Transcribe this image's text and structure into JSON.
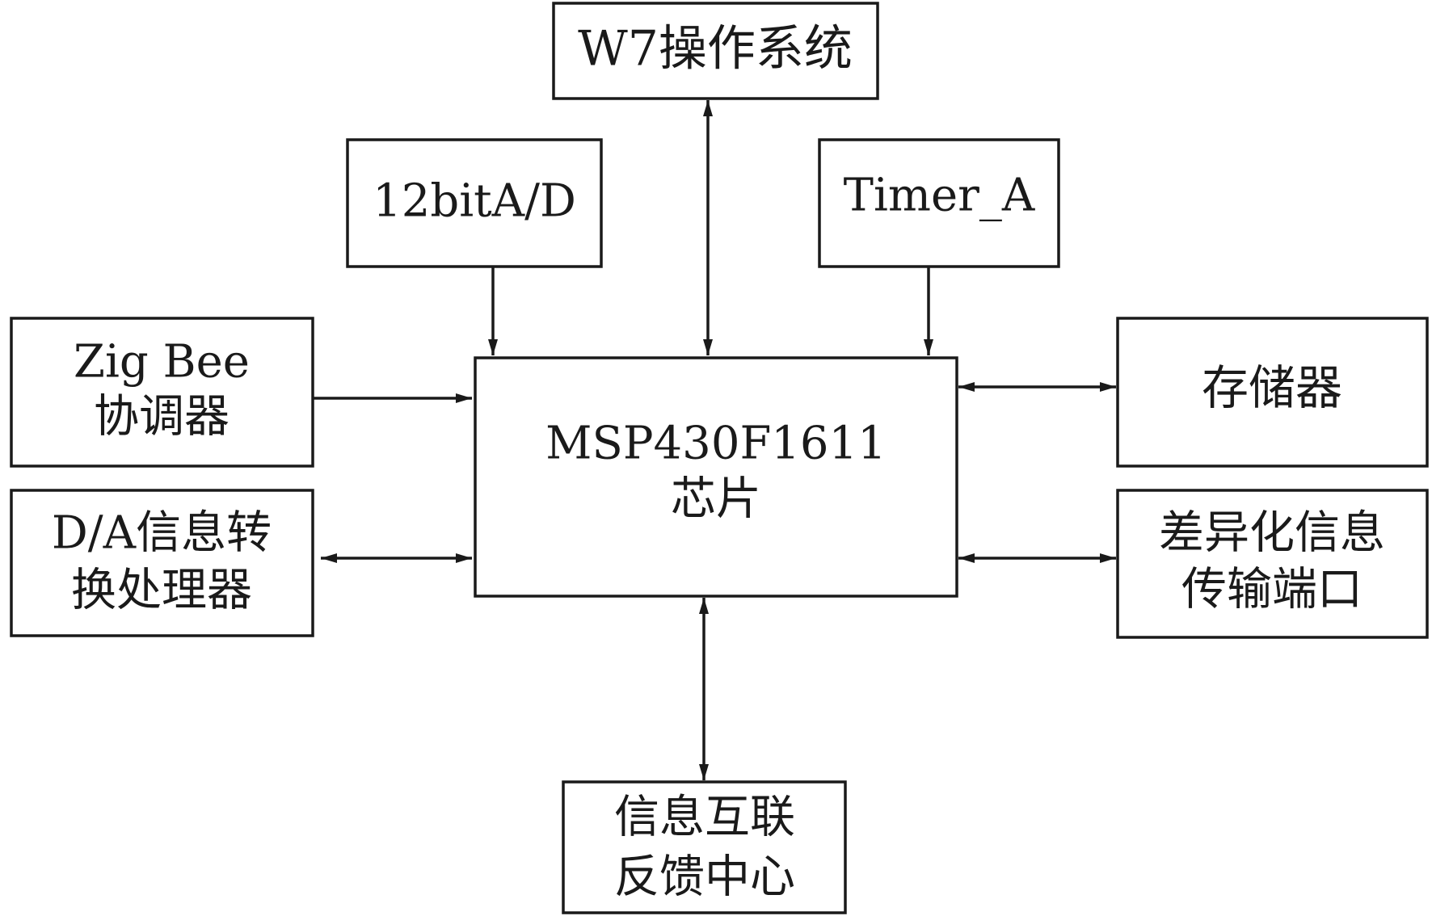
{
  "nodes": {
    "w7_os": {
      "lines": [
        "W7操作系统"
      ]
    },
    "adc": {
      "lines": [
        "12bitA/D"
      ]
    },
    "timer": {
      "lines": [
        "Timer_A"
      ]
    },
    "zigbee": {
      "lines": [
        "Zig Bee",
        "协调器"
      ]
    },
    "da_processor": {
      "lines": [
        "D/A信息转",
        "换处理器"
      ]
    },
    "mcu": {
      "lines": [
        "MSP430F1611",
        "芯片"
      ]
    },
    "storage": {
      "lines": [
        "存储器"
      ]
    },
    "diff_port": {
      "lines": [
        "差异化信息",
        "传输端口"
      ]
    },
    "feedback_center": {
      "lines": [
        "信息互联",
        "反馈中心"
      ]
    }
  },
  "edges": [
    {
      "from": "w7_os",
      "to": "mcu",
      "direction": "both"
    },
    {
      "from": "adc",
      "to": "mcu",
      "direction": "forward"
    },
    {
      "from": "timer",
      "to": "mcu",
      "direction": "forward"
    },
    {
      "from": "zigbee",
      "to": "mcu",
      "direction": "forward"
    },
    {
      "from": "da_processor",
      "to": "mcu",
      "direction": "both"
    },
    {
      "from": "storage",
      "to": "mcu",
      "direction": "both"
    },
    {
      "from": "diff_port",
      "to": "mcu",
      "direction": "both"
    },
    {
      "from": "feedback_center",
      "to": "mcu",
      "direction": "both"
    }
  ]
}
